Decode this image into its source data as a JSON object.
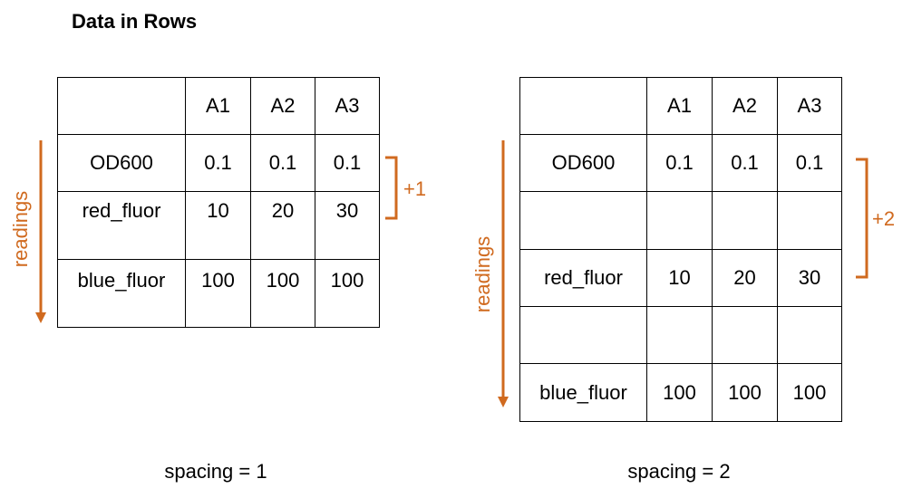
{
  "title": "Data in Rows",
  "colors": {
    "accent": "#d06a1f",
    "line": "#000000"
  },
  "left": {
    "headers": [
      "",
      "A1",
      "A2",
      "A3"
    ],
    "rows": [
      [
        "OD600",
        "0.1",
        "0.1",
        "0.1"
      ],
      [
        "red_fluor",
        "10",
        "20",
        "30"
      ],
      [
        "blue_fluor",
        "100",
        "100",
        "100"
      ]
    ],
    "axis_label": "readings",
    "bracket_label": "+1",
    "caption": "spacing = 1"
  },
  "right": {
    "headers": [
      "",
      "A1",
      "A2",
      "A3"
    ],
    "rows": [
      [
        "OD600",
        "0.1",
        "0.1",
        "0.1"
      ],
      [
        "",
        "",
        "",
        ""
      ],
      [
        "red_fluor",
        "10",
        "20",
        "30"
      ],
      [
        "",
        "",
        "",
        ""
      ],
      [
        "blue_fluor",
        "100",
        "100",
        "100"
      ]
    ],
    "axis_label": "readings",
    "bracket_label": "+2",
    "caption": "spacing = 2"
  }
}
